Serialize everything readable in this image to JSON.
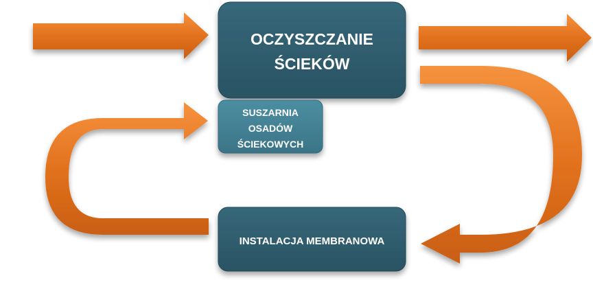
{
  "colors": {
    "arrow_orange": "#E2711D",
    "arrow_orange_light": "#F08A36",
    "box_dark": "#2D5868",
    "box_medium": "#3F7D8F",
    "text": "#FFFFFF"
  },
  "boxes": {
    "main": {
      "lines": [
        "OCZYSZCZANIE",
        "ŚCIEKÓW"
      ]
    },
    "dryer": {
      "lines": [
        "SUSZARNIA",
        "OSADÓW",
        "ŚCIEKOWYCH"
      ]
    },
    "membrane": {
      "lines": [
        "INSTALACJA MEMBRANOWA"
      ]
    }
  },
  "arrows": [
    {
      "name": "input-arrow",
      "direction": "right"
    },
    {
      "name": "output-arrow",
      "direction": "right"
    },
    {
      "name": "right-loop-arrow",
      "direction": "down-then-left"
    },
    {
      "name": "left-loop-arrow",
      "direction": "left-then-up-then-right"
    }
  ]
}
